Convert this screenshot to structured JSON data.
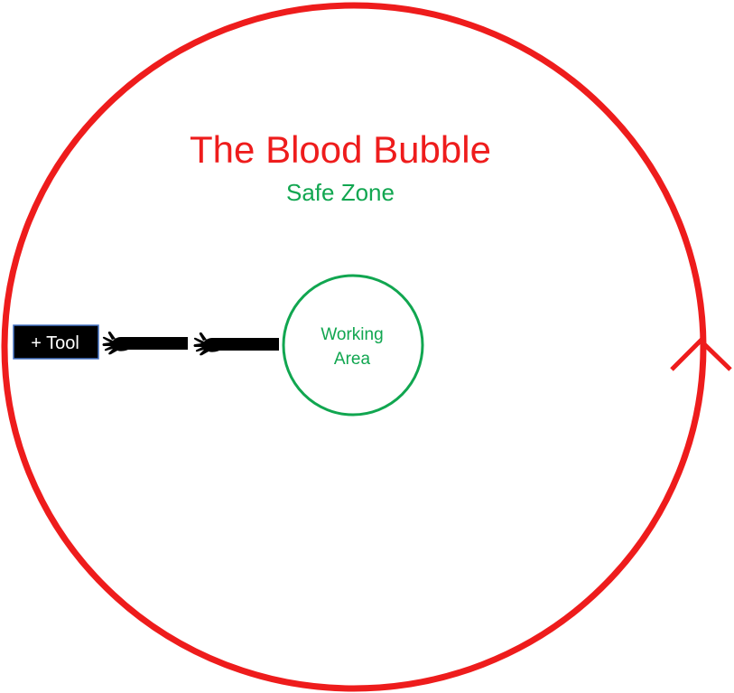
{
  "title": "The Blood Bubble",
  "subtitle": "Safe Zone",
  "inner_circle": {
    "line1": "Working",
    "line2": "Area"
  },
  "tool_label": "+ Tool",
  "colors": {
    "red": "#ee1c1c",
    "green": "#11a650",
    "black": "#000000",
    "tool_border": "#4472c4",
    "white": "#ffffff"
  },
  "icons": [
    "hand-icon",
    "hand-icon",
    "arrowhead-icon"
  ]
}
